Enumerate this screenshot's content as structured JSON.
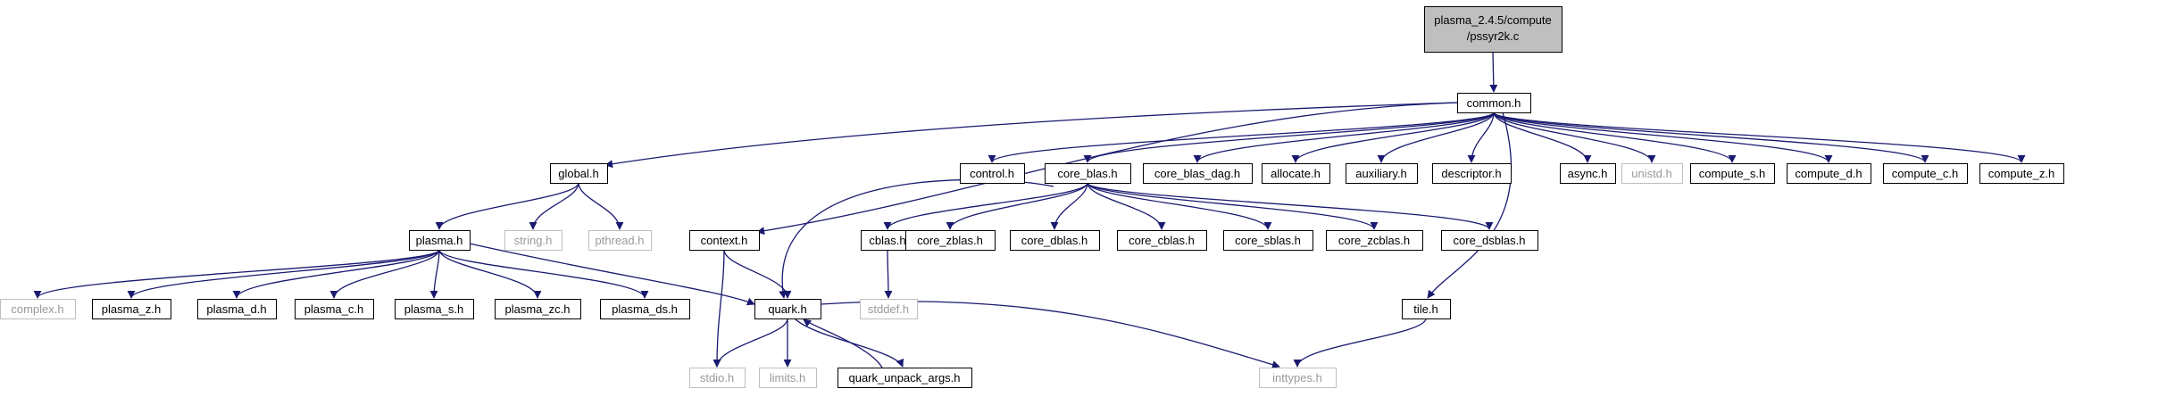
{
  "diagram": {
    "edge_color": "#191970",
    "root_fill": "#bfbfbf",
    "nodes": [
      {
        "id": "root",
        "label": "plasma_2.4.5/compute",
        "label2": "/pssyr2k.c",
        "kind": "root"
      },
      {
        "id": "common",
        "label": "common.h",
        "kind": "header"
      },
      {
        "id": "global",
        "label": "global.h",
        "kind": "header"
      },
      {
        "id": "context",
        "label": "context.h",
        "kind": "header"
      },
      {
        "id": "control",
        "label": "control.h",
        "kind": "header"
      },
      {
        "id": "core_blas",
        "label": "core_blas.h",
        "kind": "header"
      },
      {
        "id": "core_blas_dag",
        "label": "core_blas_dag.h",
        "kind": "header"
      },
      {
        "id": "allocate",
        "label": "allocate.h",
        "kind": "header"
      },
      {
        "id": "auxiliary",
        "label": "auxiliary.h",
        "kind": "header"
      },
      {
        "id": "descriptor",
        "label": "descriptor.h",
        "kind": "header"
      },
      {
        "id": "tile",
        "label": "tile.h",
        "kind": "header"
      },
      {
        "id": "async",
        "label": "async.h",
        "kind": "header"
      },
      {
        "id": "unistd",
        "label": "unistd.h",
        "kind": "system"
      },
      {
        "id": "compute_s",
        "label": "compute_s.h",
        "kind": "header"
      },
      {
        "id": "compute_d",
        "label": "compute_d.h",
        "kind": "header"
      },
      {
        "id": "compute_c",
        "label": "compute_c.h",
        "kind": "header"
      },
      {
        "id": "compute_z",
        "label": "compute_z.h",
        "kind": "header"
      },
      {
        "id": "plasma",
        "label": "plasma.h",
        "kind": "header"
      },
      {
        "id": "string",
        "label": "string.h",
        "kind": "system"
      },
      {
        "id": "pthread",
        "label": "pthread.h",
        "kind": "system"
      },
      {
        "id": "cblas",
        "label": "cblas.h",
        "kind": "header"
      },
      {
        "id": "core_zblas",
        "label": "core_zblas.h",
        "kind": "header"
      },
      {
        "id": "core_dblas",
        "label": "core_dblas.h",
        "kind": "header"
      },
      {
        "id": "core_cblas",
        "label": "core_cblas.h",
        "kind": "header"
      },
      {
        "id": "core_sblas",
        "label": "core_sblas.h",
        "kind": "header"
      },
      {
        "id": "core_zcblas",
        "label": "core_zcblas.h",
        "kind": "header"
      },
      {
        "id": "core_dsblas",
        "label": "core_dsblas.h",
        "kind": "header"
      },
      {
        "id": "complex",
        "label": "complex.h",
        "kind": "system"
      },
      {
        "id": "plasma_z",
        "label": "plasma_z.h",
        "kind": "header"
      },
      {
        "id": "plasma_d",
        "label": "plasma_d.h",
        "kind": "header"
      },
      {
        "id": "plasma_c",
        "label": "plasma_c.h",
        "kind": "header"
      },
      {
        "id": "plasma_s",
        "label": "plasma_s.h",
        "kind": "header"
      },
      {
        "id": "plasma_zc",
        "label": "plasma_zc.h",
        "kind": "header"
      },
      {
        "id": "plasma_ds",
        "label": "plasma_ds.h",
        "kind": "header"
      },
      {
        "id": "quark",
        "label": "quark.h",
        "kind": "header"
      },
      {
        "id": "stddef",
        "label": "stddef.h",
        "kind": "system"
      },
      {
        "id": "stdio",
        "label": "stdio.h",
        "kind": "system"
      },
      {
        "id": "limits",
        "label": "limits.h",
        "kind": "system"
      },
      {
        "id": "quark_unpack",
        "label": "quark_unpack_args.h",
        "kind": "header"
      },
      {
        "id": "inttypes",
        "label": "inttypes.h",
        "kind": "system"
      }
    ],
    "edges": [
      [
        "root",
        "common"
      ],
      [
        "common",
        "global"
      ],
      [
        "common",
        "context"
      ],
      [
        "common",
        "control"
      ],
      [
        "common",
        "core_blas"
      ],
      [
        "common",
        "core_blas_dag"
      ],
      [
        "common",
        "allocate"
      ],
      [
        "common",
        "auxiliary"
      ],
      [
        "common",
        "descriptor"
      ],
      [
        "common",
        "tile"
      ],
      [
        "common",
        "async"
      ],
      [
        "common",
        "unistd"
      ],
      [
        "common",
        "compute_s"
      ],
      [
        "common",
        "compute_d"
      ],
      [
        "common",
        "compute_c"
      ],
      [
        "common",
        "compute_z"
      ],
      [
        "global",
        "plasma"
      ],
      [
        "global",
        "string"
      ],
      [
        "global",
        "pthread"
      ],
      [
        "plasma",
        "complex"
      ],
      [
        "plasma",
        "plasma_z"
      ],
      [
        "plasma",
        "plasma_d"
      ],
      [
        "plasma",
        "plasma_c"
      ],
      [
        "plasma",
        "plasma_s"
      ],
      [
        "plasma",
        "plasma_zc"
      ],
      [
        "plasma",
        "plasma_ds"
      ],
      [
        "plasma",
        "quark"
      ],
      [
        "context",
        "quark"
      ],
      [
        "context",
        "stdio"
      ],
      [
        "core_blas",
        "quark"
      ],
      [
        "core_blas",
        "cblas"
      ],
      [
        "core_blas",
        "core_zblas"
      ],
      [
        "core_blas",
        "core_dblas"
      ],
      [
        "core_blas",
        "core_cblas"
      ],
      [
        "core_blas",
        "core_sblas"
      ],
      [
        "core_blas",
        "core_zcblas"
      ],
      [
        "core_blas",
        "core_dsblas"
      ],
      [
        "cblas",
        "stddef"
      ],
      [
        "quark",
        "stdio"
      ],
      [
        "quark",
        "limits"
      ],
      [
        "quark",
        "quark_unpack"
      ],
      [
        "quark",
        "inttypes"
      ],
      [
        "quark_unpack",
        "quark"
      ],
      [
        "tile",
        "inttypes"
      ]
    ]
  }
}
